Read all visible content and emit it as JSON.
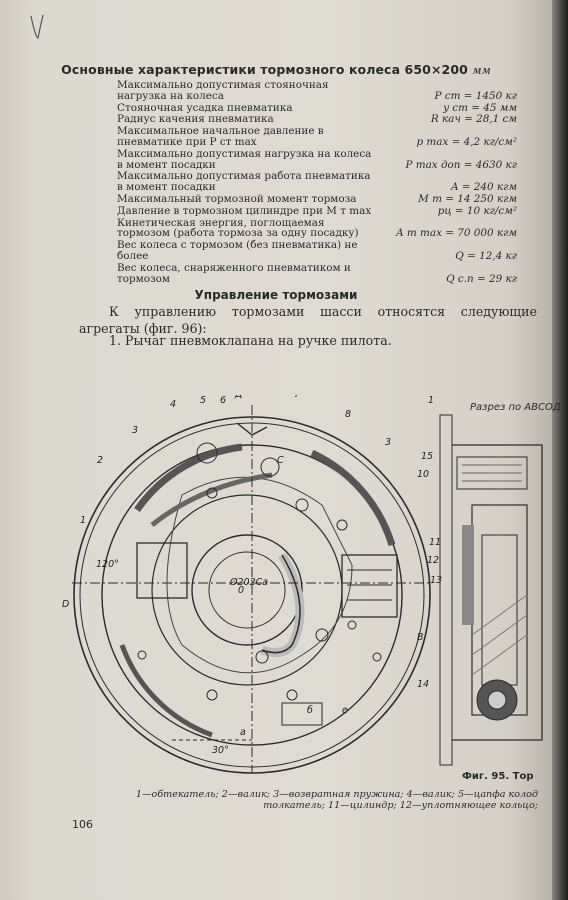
{
  "page": {
    "title": "Основные характеристики тормозного колеса 650×200",
    "title_unit": "мм",
    "specs": [
      {
        "label": "Максимально допустимая стояночная нагрузка на колеса",
        "value": "P ст = 1450 кг"
      },
      {
        "label": "Стояночная усадка пневматика",
        "value": "y ст = 45 мм"
      },
      {
        "label": "Радиус качения пневматика",
        "value": "R кач = 28,1 см"
      },
      {
        "label": "Максимальное начальное давление в пневмати­ке при P ст max",
        "value": "p max = 4,2 кг/см²"
      },
      {
        "label": "Максимально допустимая нагрузка на колеса в момент посадки",
        "value": "P max доп = 4630 кг"
      },
      {
        "label": "Максимально допустимая работа пневматика в момент посадки",
        "value": "A = 240 кгм"
      },
      {
        "label": "Максимальный тормозной момент тормоза",
        "value": "M т = 14 250 кгм"
      },
      {
        "label": "Давление в тормозном цилиндре при M т max",
        "value": "pц = 10 кг/см²"
      },
      {
        "label": "Кинетическая энергия, поглощаемая тормозом (работа тормоза за одну посадку)",
        "value": "A т max = 70 000 кгм"
      },
      {
        "label": "Вес колеса с тормозом (без пневматика) не бо­лее",
        "value": "Q = 12,4 кг"
      },
      {
        "label": "Вес колеса, снаряженного пневматиком и тор­мозом",
        "value": "Q с.п = 29 кг"
      }
    ],
    "section_heading": "Управление тормозами",
    "paragraph1": "К управлению тормозами шасси относятся следующие агрегаты (фиг. 96):",
    "paragraph2": "1. Рычаг пневмоклапана на ручке пилота.",
    "figure": {
      "section_label": "Разрез по АВСОД",
      "caption": "Фиг. 95. Тор",
      "legend_line1": "1—обтекатель; 2—валик; 3—возвратная пружина; 4—валик; 5—цапфа колод",
      "legend_line2": "толкатель; 11—цилиндр; 12—уплотняющее кольцо;",
      "callouts": [
        "1",
        "2",
        "3",
        "4",
        "5",
        "6",
        "Д",
        "7",
        "8",
        "3",
        "10",
        "11",
        "12",
        "13",
        "15",
        "1",
        "В",
        "14",
        "а",
        "е",
        "б",
        "D",
        "0"
      ],
      "angle_labels": [
        "120°",
        "30°"
      ],
      "dim_label": "Ø202Са",
      "inner_label": "C"
    },
    "page_number": "106",
    "corner_mark": "V"
  }
}
